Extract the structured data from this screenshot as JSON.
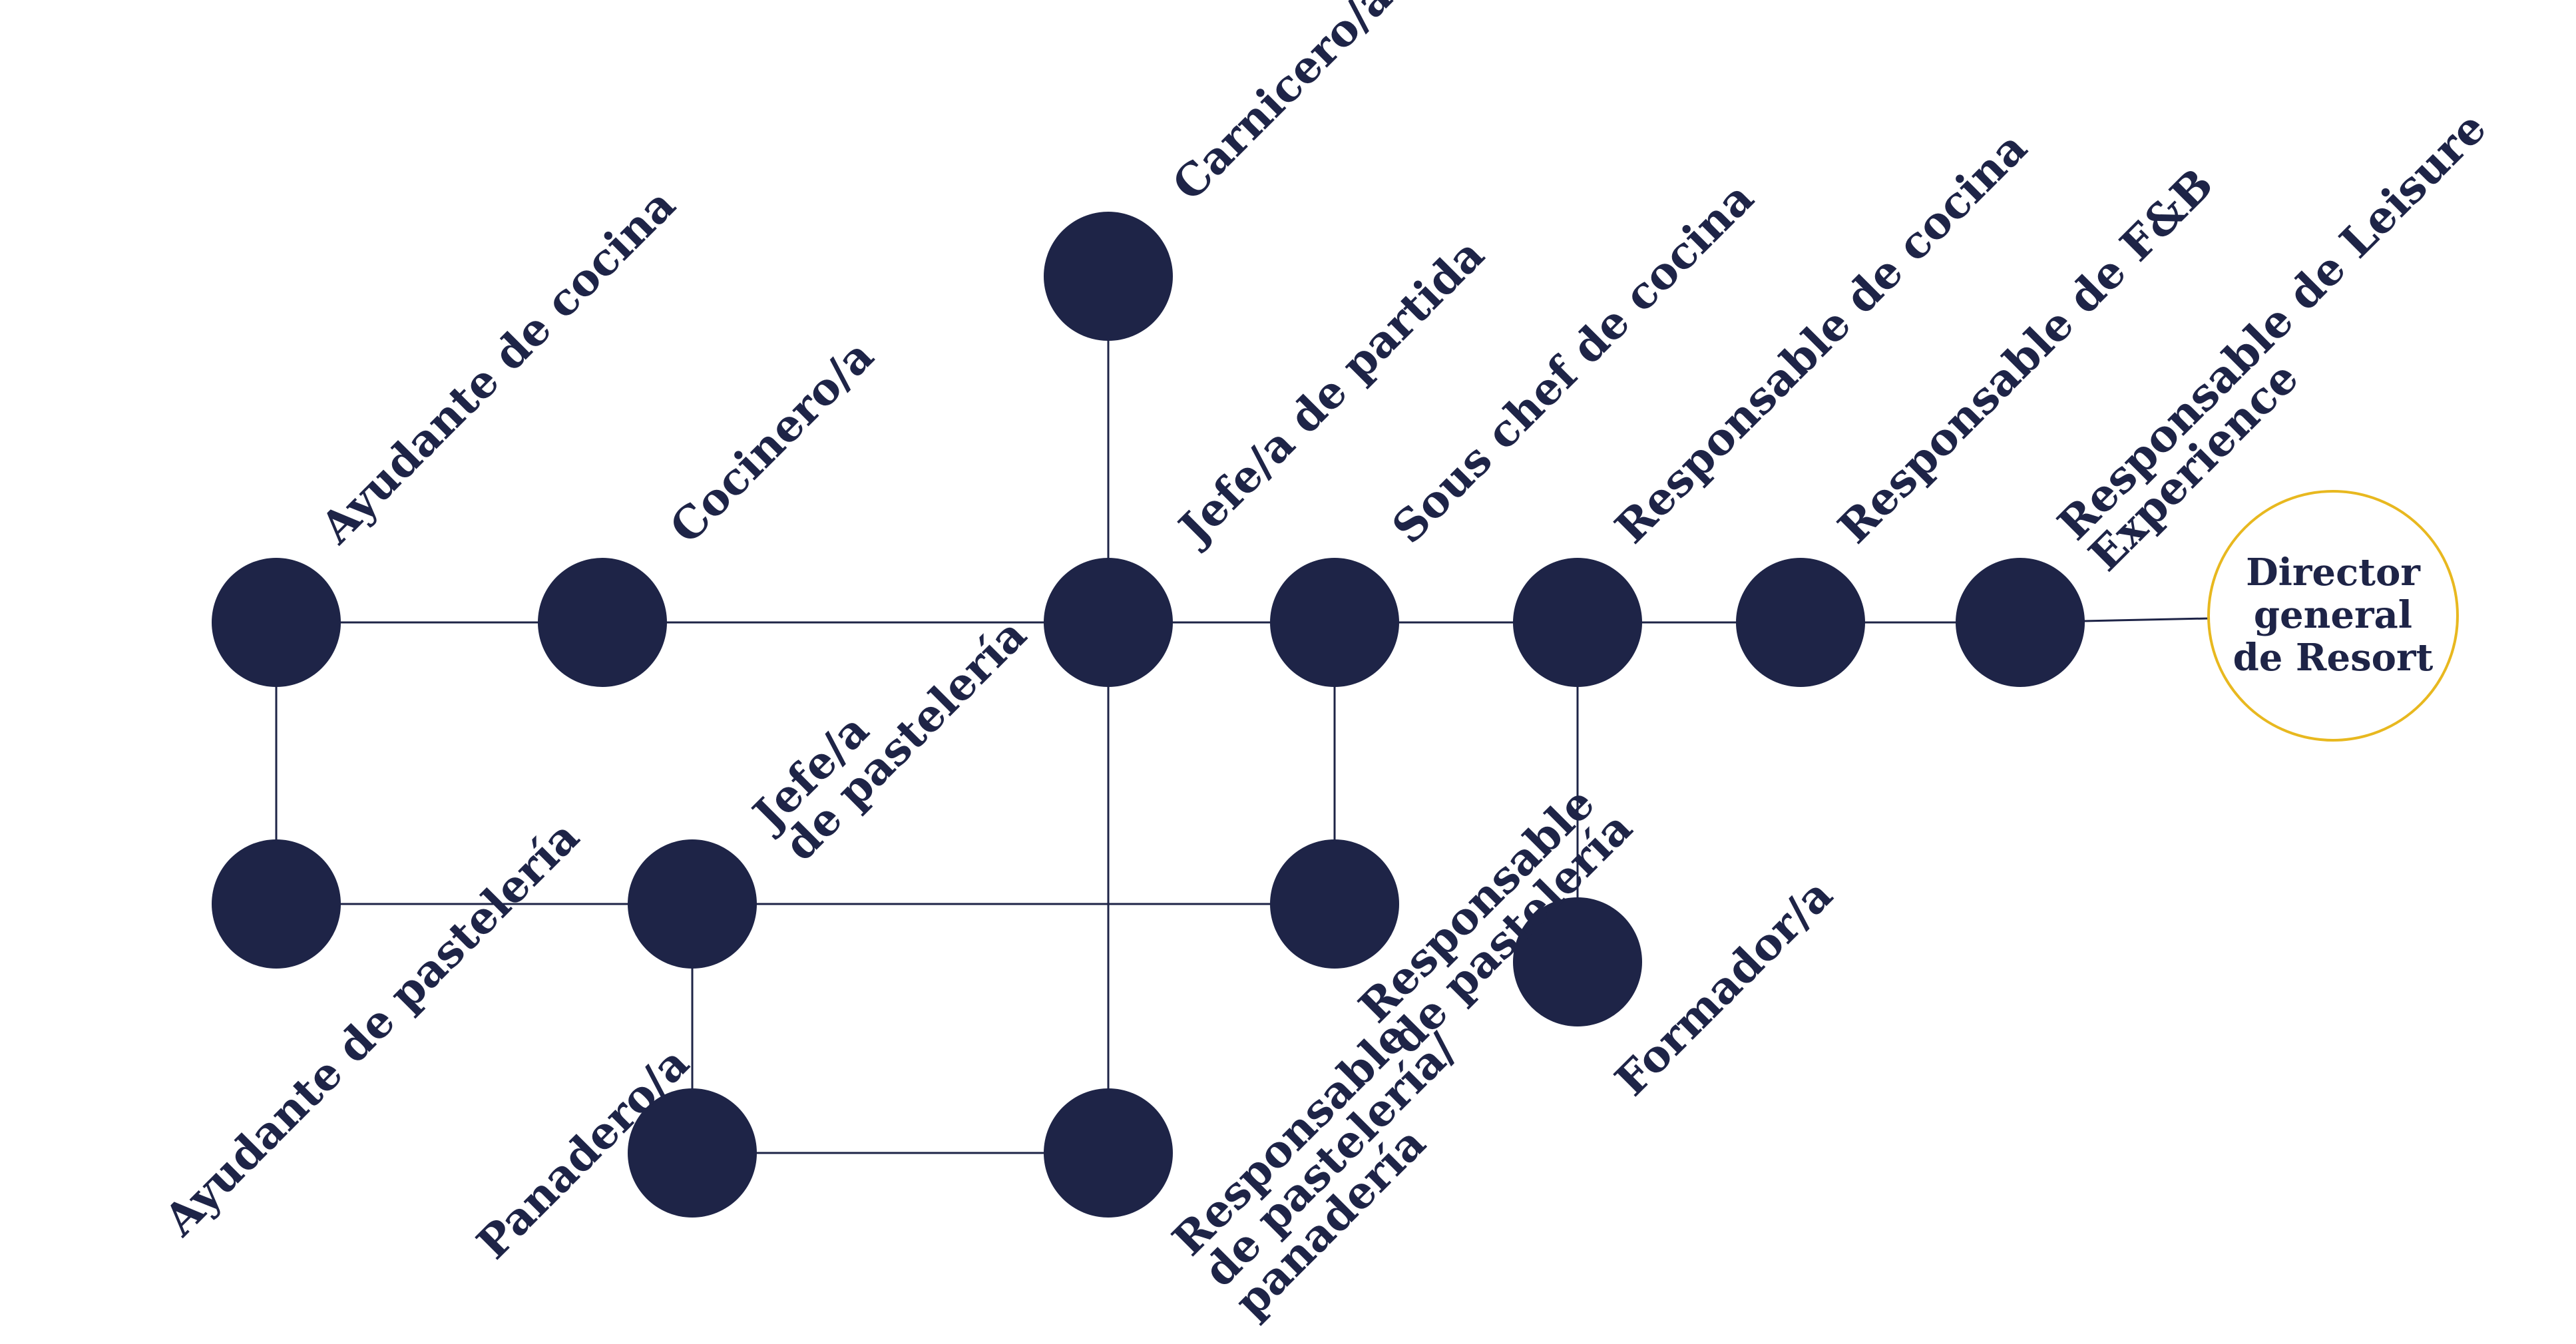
{
  "colors": {
    "node_fill": "#1e2447",
    "edge": "#1e2447",
    "final_border": "#e8b81f",
    "label": "#1e2447",
    "background": "#ffffff"
  },
  "nodes": [
    {
      "id": "ayudante_cocina",
      "label": [
        "Ayudante de cocina"
      ]
    },
    {
      "id": "cocinero",
      "label": [
        "Cocinero/a"
      ]
    },
    {
      "id": "jefe_partida",
      "label": [
        "Jefe/a de partida"
      ]
    },
    {
      "id": "carnicero",
      "label": [
        "Carnicero/a"
      ]
    },
    {
      "id": "sous_chef",
      "label": [
        "Sous chef de cocina"
      ]
    },
    {
      "id": "resp_cocina",
      "label": [
        "Responsable de cocina"
      ]
    },
    {
      "id": "resp_fb",
      "label": [
        "Responsable de F&B"
      ]
    },
    {
      "id": "resp_leisure",
      "label": [
        "Responsable de Leisure",
        "Experience"
      ]
    },
    {
      "id": "director",
      "label": [
        "Director",
        "general",
        "de Resort"
      ]
    },
    {
      "id": "ayudante_pasteleria",
      "label": [
        "Ayudante de pastelería"
      ]
    },
    {
      "id": "jefe_pasteleria",
      "label": [
        "Jefe/a",
        "de pastelería"
      ]
    },
    {
      "id": "resp_pasteleria",
      "label": [
        "Responsable",
        "de pastelería"
      ]
    },
    {
      "id": "formador",
      "label": [
        "Formador/a"
      ]
    },
    {
      "id": "panadero",
      "label": [
        "Panadero/a"
      ]
    },
    {
      "id": "resp_past_pan",
      "label": [
        "Responsable",
        "de pastelería/",
        "panadería"
      ]
    }
  ]
}
